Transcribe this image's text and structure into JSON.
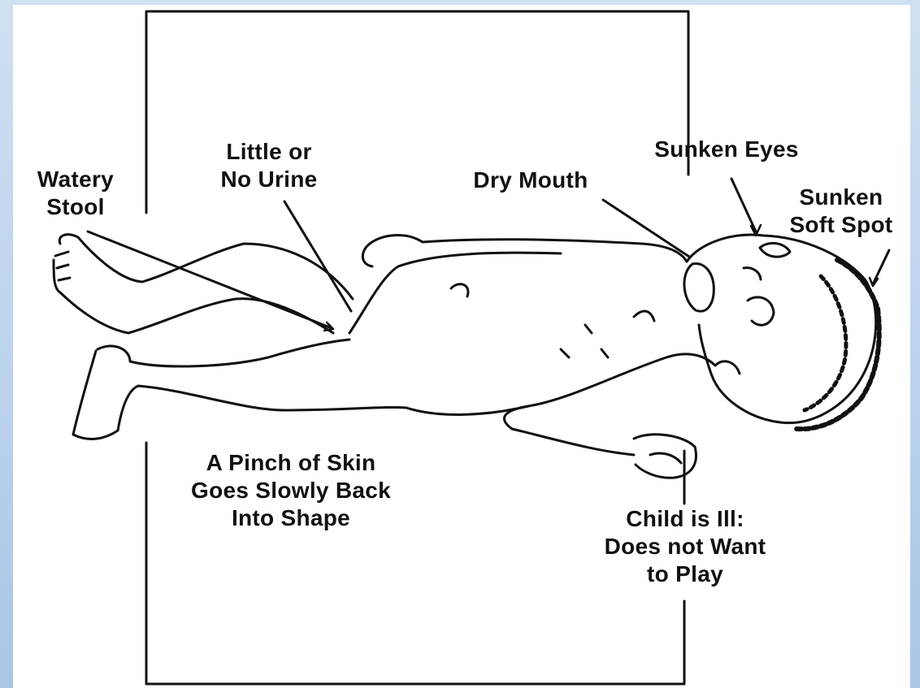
{
  "diagram": {
    "labels": {
      "watery_stool": "Watery\nStool",
      "little_urine": "Little or\nNo Urine",
      "dry_mouth": "Dry Mouth",
      "sunken_eyes": "Sunken  Eyes",
      "sunken_soft_spot": "Sunken\nSoft Spot",
      "pinch_of_skin": "A Pinch of Skin\nGoes Slowly Back\nInto Shape",
      "child_ill": "Child is Ill:\nDoes not Want\nto Play"
    }
  },
  "colors": {
    "background": "#b9d1ec",
    "paper": "#ffffff",
    "ink": "#111111"
  }
}
